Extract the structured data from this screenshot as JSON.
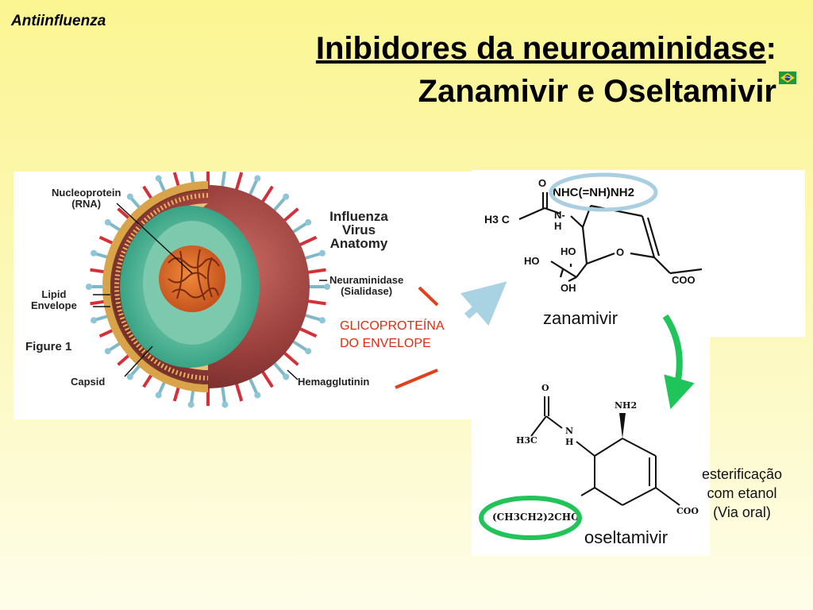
{
  "corner_tag": "Antiinfluenza",
  "title": {
    "line1_underlined": "Inibidores da neuroaminidase",
    "line1_suffix": ":",
    "line2": "Zanamivir e Oseltamivir"
  },
  "virus_figure": {
    "title_lines": [
      "Influenza",
      "Virus",
      "Anatomy"
    ],
    "labels": {
      "nucleoprotein": [
        "Nucleoprotein",
        "(RNA)"
      ],
      "lipid_envelope": [
        "Lipid",
        "Envelope"
      ],
      "figure": "Figure 1",
      "capsid": "Capsid",
      "neuraminidase": [
        "Neuraminidase",
        "(Sialidase)"
      ],
      "hemagglutinin": "Hemagglutinin"
    }
  },
  "glycoprotein_note": [
    "GLICOPROTEÍNA",
    "DO ENVELOPE"
  ],
  "zanamivir": {
    "name": "zanamivir",
    "groups": {
      "guanidino": "NHC(=NH)NH2",
      "acetyl": "H3 C",
      "o_top": "O",
      "nh": "N-",
      "h": "H",
      "ho1": "HO",
      "ho2": "HO",
      "oh": "OH",
      "ring_o": "O",
      "coo": "COO"
    }
  },
  "oseltamivir": {
    "name": "oseltamivir",
    "groups": {
      "o_top": "O",
      "h3c": "H3C",
      "nh": "N",
      "h": "H",
      "nh2": "NH2",
      "ester_group": "(CH3CH2)2CHO",
      "coo": "COO"
    }
  },
  "esterification_note": [
    "esterificação",
    "com etanol",
    "(Via oral)"
  ],
  "colors": {
    "circle_blue": "#a9cfe0",
    "circle_green": "#22c45a",
    "arrow_green": "#1fc45a",
    "arrow_blue": "#a9d3e3",
    "note_red": "#e02c10"
  }
}
